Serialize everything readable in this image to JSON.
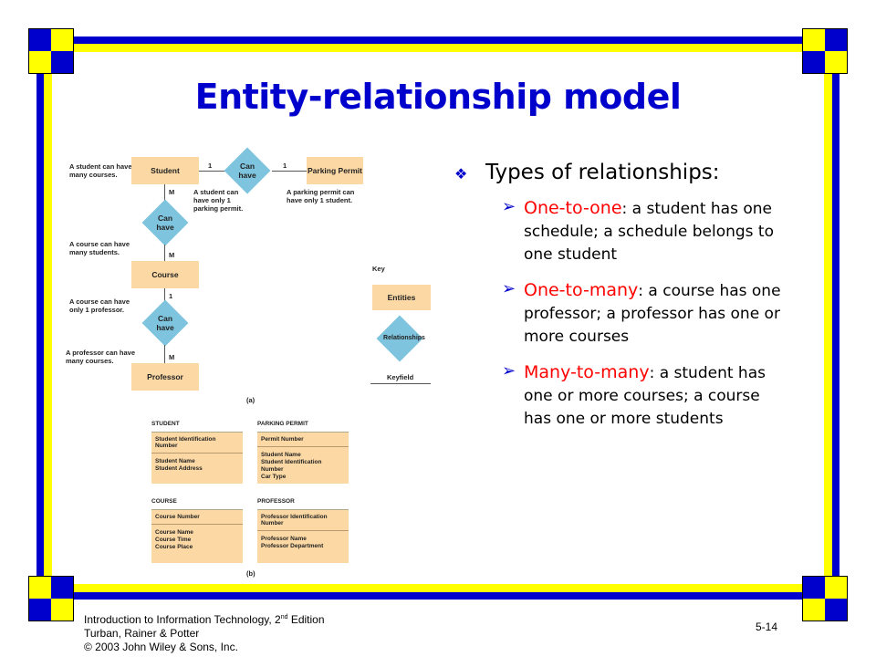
{
  "slide": {
    "title": "Entity-relationship model"
  },
  "bullets": {
    "heading": "Types of relationships:",
    "items": [
      {
        "term": "One-to-one",
        "text": ": a student has one schedule; a schedule belongs to one student"
      },
      {
        "term": "One-to-many",
        "text": ": a course has one professor; a professor has one or more courses"
      },
      {
        "term": "Many-to-many",
        "text": ": a student has one or more courses; a course has one or more students"
      }
    ]
  },
  "figure": {
    "part_a": {
      "entities": {
        "student": "Student",
        "parking_permit": "Parking Permit",
        "course": "Course",
        "professor": "Professor"
      },
      "relationships": {
        "r1": [
          "Can",
          "have"
        ],
        "r2": [
          "Can",
          "have"
        ],
        "r3": [
          "Can",
          "have"
        ]
      },
      "cardinalities": {
        "student_r1": "1",
        "r1_permit": "1",
        "student_r2": "M",
        "r2_course": "M",
        "course_r3": "1",
        "r3_professor": "M"
      },
      "notes": {
        "student_courses": [
          "A student can have",
          "many courses."
        ],
        "student_permit": [
          "A student can",
          "have only 1",
          "parking permit."
        ],
        "permit_student": [
          "A parking permit can",
          "have only 1 student."
        ],
        "course_students": [
          "A course can have",
          "many students."
        ],
        "course_professor": [
          "A course can have",
          "only 1 professor."
        ],
        "professor_courses": [
          "A professor can have",
          "many courses."
        ]
      },
      "key": {
        "label": "Key",
        "entities": "Entities",
        "relationships": "Relationships",
        "keyfield": "Keyfield"
      },
      "caption": "(a)"
    },
    "part_b": {
      "tables": [
        {
          "name": "STUDENT",
          "key": "Student Identification Number",
          "fields": [
            "Student Name",
            "Student Address"
          ]
        },
        {
          "name": "PARKING PERMIT",
          "key": "Permit Number",
          "fields": [
            "Student Name",
            "Student Identification Number",
            "Car Type"
          ]
        },
        {
          "name": "COURSE",
          "key": "Course Number",
          "fields": [
            "Course Name",
            "Course Time",
            "Course Place"
          ]
        },
        {
          "name": "PROFESSOR",
          "key": "Professor Identification Number",
          "fields": [
            "Professor Name",
            "Professor Department"
          ]
        }
      ],
      "caption": "(b)"
    }
  },
  "footer": {
    "line1_pre": "Introduction to Information Technology, 2",
    "line1_sup": "nd",
    "line1_post": " Edition",
    "line2": "Turban, Rainer & Potter",
    "line3": "© 2003 John Wiley & Sons, Inc.",
    "page_number": "5-14"
  },
  "colors": {
    "frame_blue": "#0000cc",
    "frame_yellow": "#ffff00",
    "title": "#0000cc",
    "highlight": "#ff0000",
    "entity_fill": "#fcd9a4",
    "relationship_fill": "#7ec4de"
  }
}
